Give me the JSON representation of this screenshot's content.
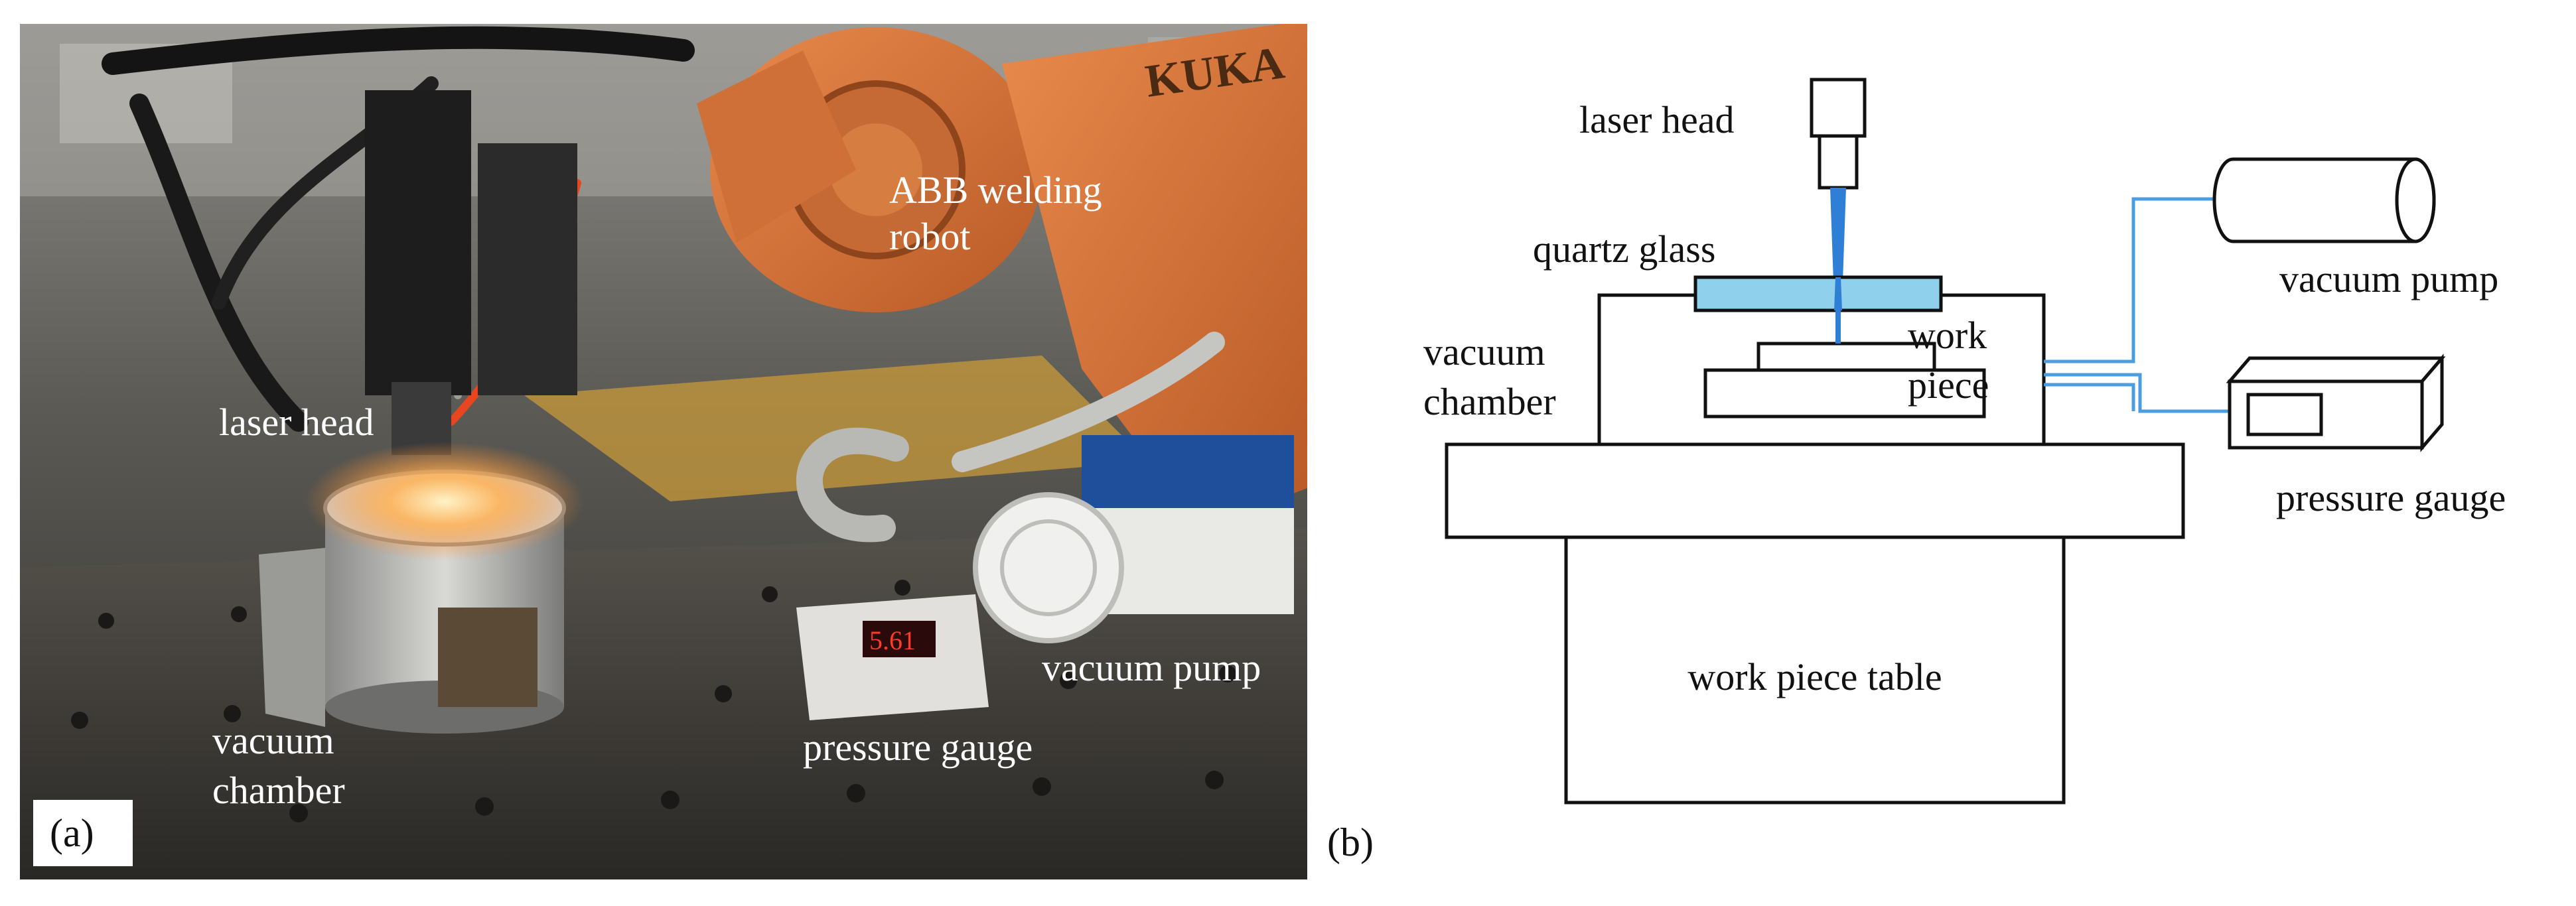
{
  "panel_a": {
    "tag": "(a)",
    "labels": {
      "robot_line1": "ABB welding",
      "robot_line2": "robot",
      "laser_head": "laser head",
      "vacuum_chamber_line1": "vacuum",
      "vacuum_chamber_line2": "chamber",
      "pressure_gauge": "pressure gauge",
      "vacuum_pump": "vacuum pump",
      "robot_brand": "KUKA",
      "gauge_readout": "5.61"
    }
  },
  "panel_b": {
    "tag": "(b)",
    "labels": {
      "laser_head": "laser head",
      "quartz_glass": "quartz glass",
      "vacuum_chamber_line1": "vacuum",
      "vacuum_chamber_line2": "chamber",
      "work_piece_line1": "work",
      "work_piece_line2": "piece",
      "vacuum_pump": "vacuum pump",
      "pressure_gauge": "pressure gauge",
      "work_piece_table": "work piece table"
    }
  },
  "colors": {
    "laser_beam": "#2f7fd6",
    "quartz_glass": "#8fd0ec",
    "pipes": "#4a9ee0",
    "robot": "#d8733a"
  }
}
